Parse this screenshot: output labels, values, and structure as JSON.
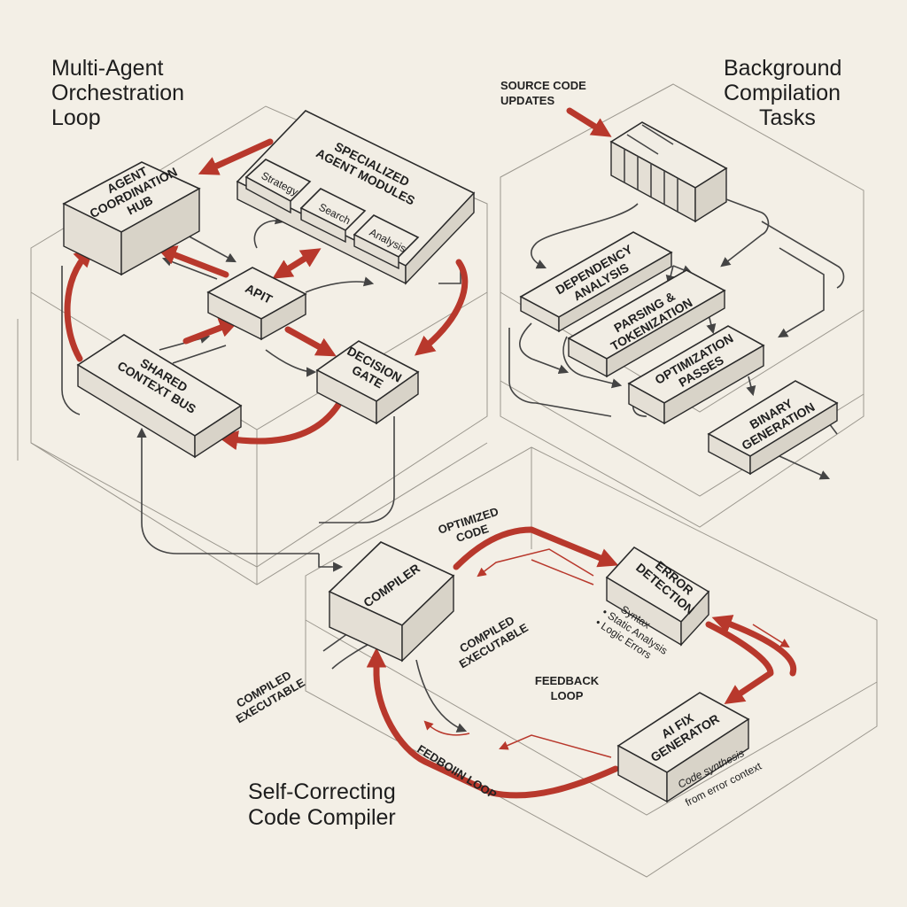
{
  "titles": {
    "orchestration": [
      "Multi-Agent",
      "Orchestration",
      "Loop"
    ],
    "background": [
      "Background",
      "Compilation",
      "Tasks"
    ],
    "compiler": [
      "Self-Correcting",
      "Code Compiler"
    ]
  },
  "orchestration": {
    "hub": [
      "AGENT",
      "COORDINATION",
      "HUB"
    ],
    "modules": [
      "SPECIALIZED",
      "AGENT MODULES"
    ],
    "module_items": [
      "Strategy",
      "Search",
      "Analysis"
    ],
    "api": "APIT",
    "bus": [
      "SHARED",
      "CONTEXT BUS"
    ],
    "gate": [
      "DECISION",
      "GATE"
    ]
  },
  "background": {
    "source": [
      "SOURCE CODE",
      "UPDATES"
    ],
    "dependency": [
      "DEPENDENCY",
      "ANALYSIS"
    ],
    "parsing": [
      "PARSING &",
      "TOKENIZATION"
    ],
    "optimization": [
      "OPTIMIZATION",
      "PASSES"
    ],
    "binary": [
      "BINARY",
      "GENERATION"
    ]
  },
  "compiler": {
    "compiler_box": "COMPILER",
    "error": [
      "ERROR",
      "DETECTION"
    ],
    "error_items": [
      "Syntax",
      "• Static Analysis",
      "• Logic Errors"
    ],
    "fix": [
      "AI FIX",
      "GENERATOR"
    ],
    "fix_note": [
      "Code synthesis",
      "from error context"
    ],
    "optimized": [
      "OPTIMIZED",
      "CODE"
    ],
    "compiled_inner": [
      "COMPILED",
      "EXECUTABLE"
    ],
    "compiled_outer": [
      "COMPILED",
      "EXECUTABLE"
    ],
    "feedback": [
      "FEEDBACK",
      "LOOP"
    ],
    "feedback_bottom": "FEDBOIIN LOOP"
  },
  "colors": {
    "accent": "#b8382c",
    "paper": "#f3efe6",
    "ink": "#2a2a2a"
  }
}
